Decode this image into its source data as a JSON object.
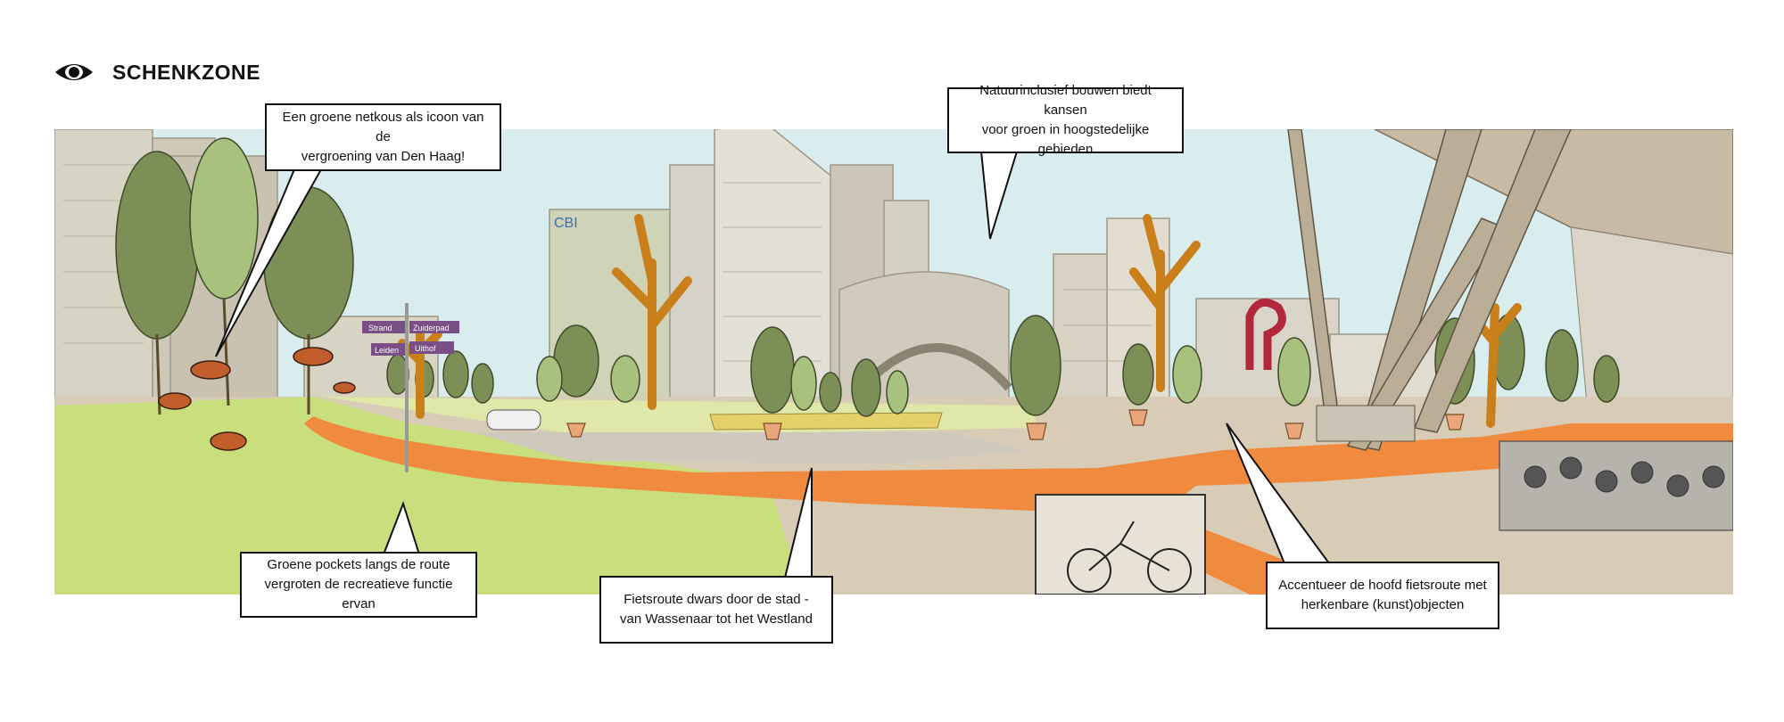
{
  "header": {
    "icon": "eye-icon",
    "title": "SCHENKZONE"
  },
  "scene": {
    "signpost": {
      "strand": "Strand",
      "zuiderpad": "Zuiderpad",
      "leiden": "Leiden",
      "uithof": "Uithof"
    },
    "building_logo": "CBI"
  },
  "callouts": {
    "netkous": {
      "line1": "Een groene netkous als icoon van de",
      "line2": "vergroening van Den Haag!"
    },
    "natuur": {
      "line1": "Natuurinclusief bouwen biedt kansen",
      "line2": "voor groen in hoogstedelijke gebieden"
    },
    "pockets": {
      "line1": "Groene pockets langs de route",
      "line2": "vergroten de recreatieve functie ervan"
    },
    "fietsroute": {
      "line1": "Fietsroute dwars door de stad -",
      "line2": "van Wassenaar tot het Westland"
    },
    "accentueer": {
      "line1": "Accentueer de hoofd fietsroute met",
      "line2": "herkenbare (kunst)objecten"
    }
  },
  "colors": {
    "path_orange": "#f08a3e",
    "grass": "#c9de7c",
    "tree_green": "#7b8f57",
    "sky": "#d9ecee",
    "trunk": "#c97f1a"
  }
}
